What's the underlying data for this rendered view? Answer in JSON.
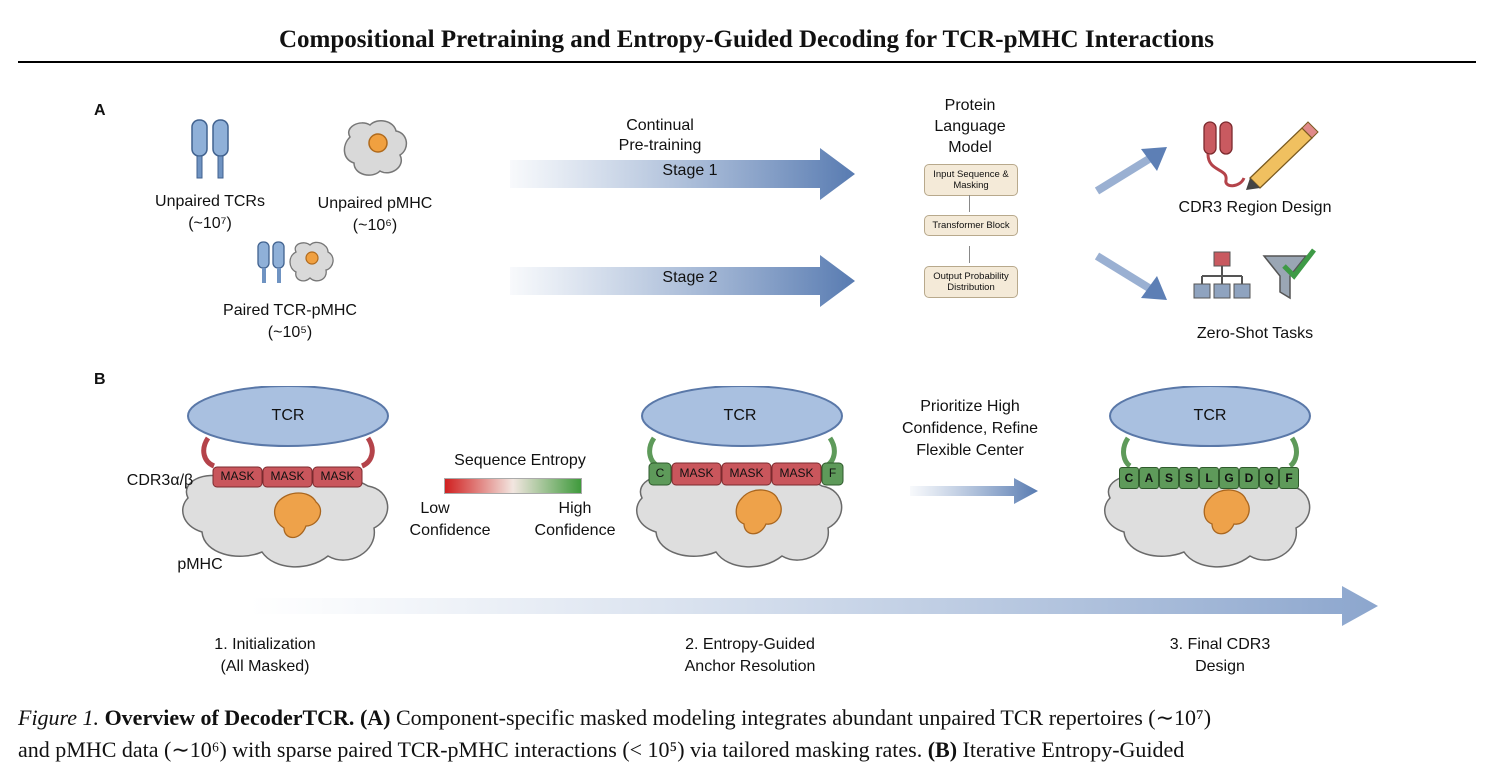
{
  "paper": {
    "title": "Compositional Pretraining and Entropy-Guided Decoding for TCR-pMHC Interactions"
  },
  "figure": {
    "panel_a": {
      "letter": "A",
      "unpaired_tcrs_label": "Unpaired TCRs",
      "unpaired_tcrs_count": "(~10⁷)",
      "unpaired_pmhc_label": "Unpaired pMHC",
      "unpaired_pmhc_count": "(~10⁶)",
      "paired_label": "Paired TCR-pMHC",
      "paired_count": "(~10⁵)",
      "continual_pretraining_line1": "Continual",
      "continual_pretraining_line2": "Pre-training",
      "stage1": "Stage 1",
      "stage2": "Stage 2",
      "plm_title_line1": "Protein",
      "plm_title_line2": "Language",
      "plm_title_line3": "Model",
      "plm_box1": "Input Sequence & Masking",
      "plm_box2": "Transformer Block",
      "plm_box3": "Output Probability Distribution",
      "cdr3_design": "CDR3 Region Design",
      "zero_shot": "Zero-Shot Tasks"
    },
    "panel_b": {
      "letter": "B",
      "tcr_label": "TCR",
      "cdr3_label": "CDR3α/β",
      "pmhc_label": "pMHC",
      "mask_token": "MASK",
      "entropy_title": "Sequence Entropy",
      "low_line1": "Low",
      "low_line2": "Confidence",
      "high_line1": "High",
      "high_line2": "Confidence",
      "anchor_c": "C",
      "anchor_f": "F",
      "prioritize_line1": "Prioritize High",
      "prioritize_line2": "Confidence, Refine",
      "prioritize_line3": "Flexible Center",
      "final_sequence": [
        "C",
        "A",
        "S",
        "S",
        "L",
        "G",
        "D",
        "Q",
        "F"
      ],
      "step1_line1": "1. Initialization",
      "step1_line2": "(All Masked)",
      "step2_line1": "2. Entropy-Guided",
      "step2_line2": "Anchor Resolution",
      "step3_line1": "3. Final CDR3",
      "step3_line2": "Design"
    },
    "colors": {
      "tcr_blue": "#9cb4d6",
      "mask_red": "#c9565c",
      "anchor_green": "#5e9a5a",
      "pmhc_orange": "#e79a3d",
      "arrow_blue": "#6f8fbf"
    }
  },
  "caption": {
    "figure_label": "Figure 1.",
    "bold_title": "Overview of DecoderTCR.",
    "a_label": "(A)",
    "a_text": "Component-specific masked modeling integrates abundant unpaired TCR repertoires (∼10⁷)",
    "line2_a": "and pMHC data (∼10⁶) with sparse paired TCR-pMHC interactions (< 10⁵) via tailored masking rates.",
    "b_label": "(B)",
    "b_text": "Iterative Entropy-Guided"
  }
}
